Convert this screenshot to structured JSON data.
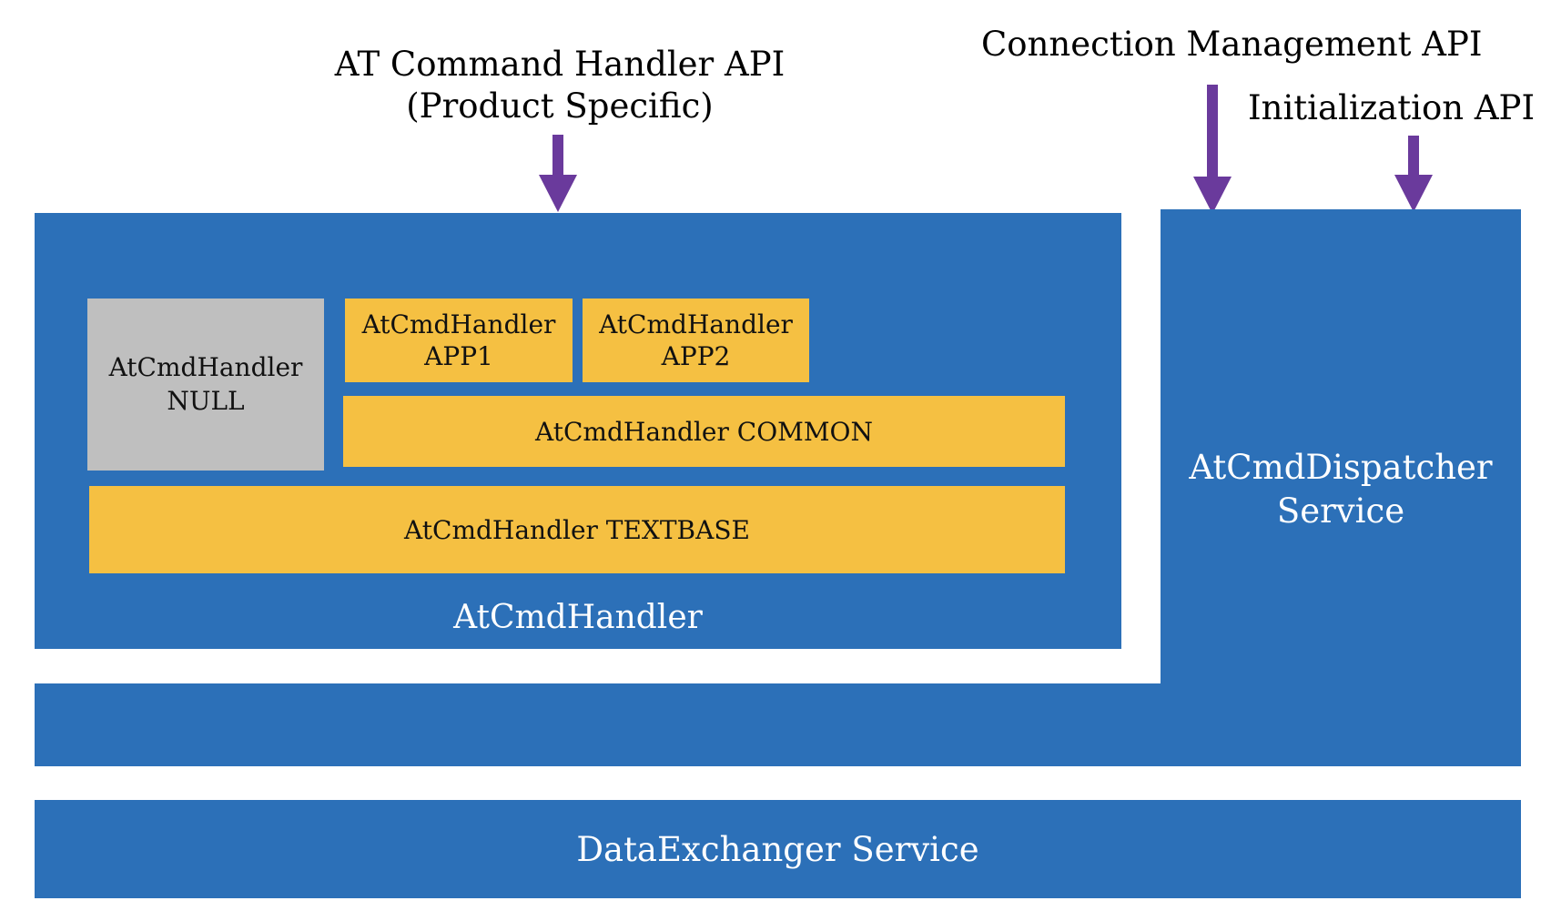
{
  "apis": {
    "at_command_handler_line1": "AT Command Handler API",
    "at_command_handler_line2": "(Product Specific)",
    "connection_management": "Connection Management API",
    "initialization": "Initialization API"
  },
  "atcmdhandler": {
    "label": "AtCmdHandler",
    "null_line1": "AtCmdHandler",
    "null_line2": "NULL",
    "app1_line1": "AtCmdHandler",
    "app1_line2": "APP1",
    "app2_line1": "AtCmdHandler",
    "app2_line2": "APP2",
    "common": "AtCmdHandler COMMON",
    "textbase": "AtCmdHandler TEXTBASE"
  },
  "dispatcher": {
    "line1": "AtCmdDispatcher",
    "line2": "Service"
  },
  "dataexchanger": {
    "label": "DataExchanger Service"
  },
  "colors": {
    "blue": "#2c70b8",
    "yellow": "#f5c042",
    "gray": "#bfbfbf",
    "arrow": "#6a3a9c"
  }
}
